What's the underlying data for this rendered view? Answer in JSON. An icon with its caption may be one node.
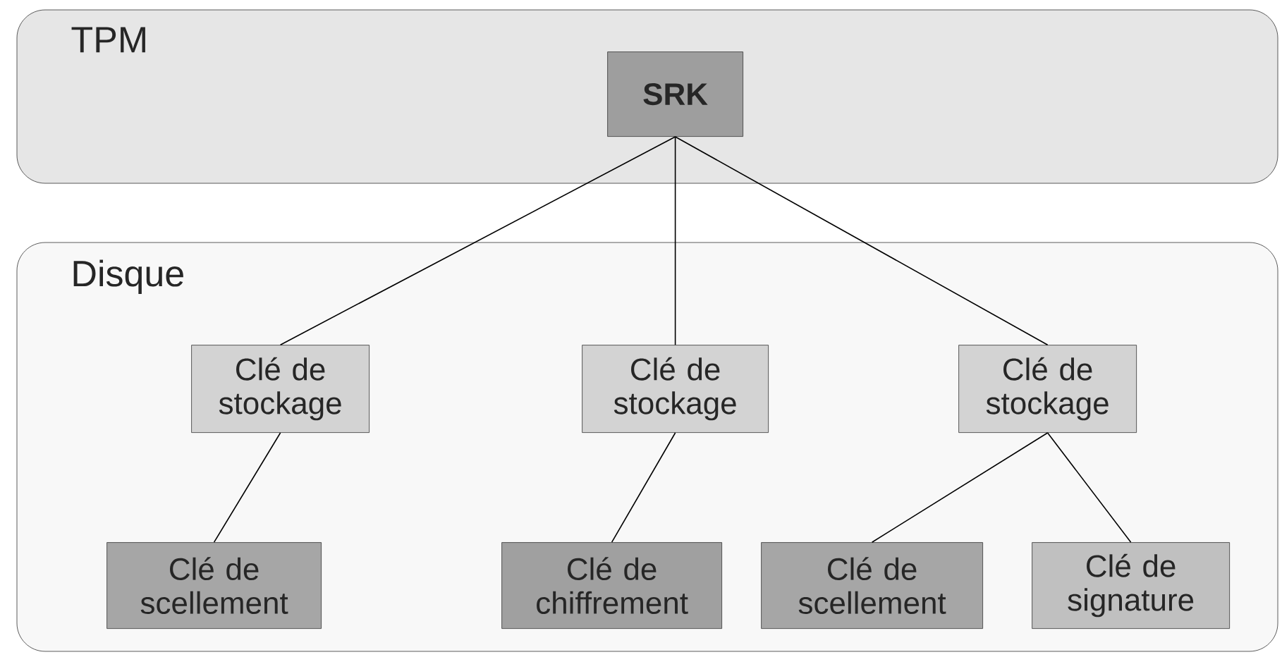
{
  "diagram": {
    "nodes": [
      {
        "text": [
          "TPM"
        ]
      },
      {
        "text": [
          "SRK"
        ],
        "in": 0
      },
      {
        "text": [
          "Disque"
        ]
      },
      {
        "text": [
          "Clé de stockage"
        ],
        "in": 2
      },
      {
        "text": [
          "Clé de stockage"
        ],
        "in": 2
      },
      {
        "text": [
          "Clé de stockage"
        ],
        "in": 2
      },
      {
        "text": [
          "Clé de scellement"
        ],
        "in": 2
      },
      {
        "text": [
          "Clé de chiffrement"
        ],
        "in": 2
      },
      {
        "text": [
          "Clé de scellement"
        ],
        "in": 2
      },
      {
        "text": [
          "Clé de signature"
        ],
        "in": 2
      }
    ],
    "edges": [
      {
        "from": 1,
        "to": 3,
        "arrow": "none"
      },
      {
        "from": 1,
        "to": 4,
        "arrow": "none"
      },
      {
        "from": 1,
        "to": 5,
        "arrow": "none"
      },
      {
        "from": 3,
        "to": 6,
        "arrow": "none"
      },
      {
        "from": 4,
        "to": 7,
        "arrow": "none"
      },
      {
        "from": 5,
        "to": 8,
        "arrow": "none"
      },
      {
        "from": 5,
        "to": 9,
        "arrow": "none"
      }
    ]
  }
}
